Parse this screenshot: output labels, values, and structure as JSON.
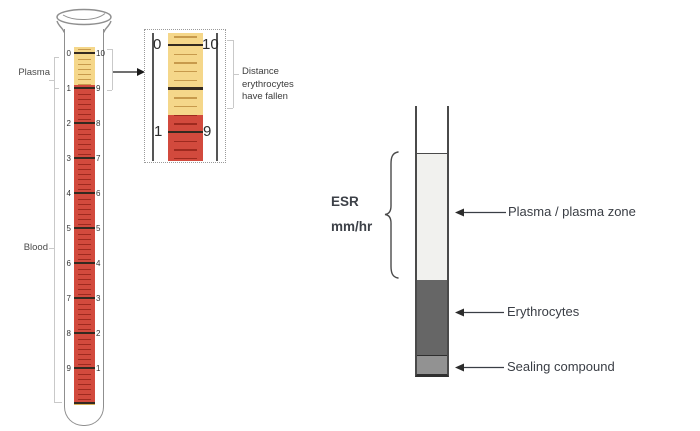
{
  "figure": {
    "left_tube": {
      "plasma_label": "Plasma",
      "blood_label": "Blood",
      "scale_left": [
        "0",
        "1",
        "2",
        "3",
        "4",
        "5",
        "6",
        "7",
        "8",
        "9"
      ],
      "scale_right": [
        "10",
        "9",
        "8",
        "7",
        "6",
        "5",
        "4",
        "3",
        "2",
        "1"
      ]
    },
    "inset": {
      "labels": {
        "top_left": "0",
        "top_right": "10",
        "bottom_left": "1",
        "bottom_right": "9"
      },
      "caption_lines": [
        "Distance",
        "erythrocytes",
        "have fallen"
      ]
    },
    "esr_tube": {
      "brace_label_lines": [
        "ESR",
        "mm/hr"
      ],
      "annotations": [
        "Plasma / plasma zone",
        "Erythrocytes",
        "Sealing compound"
      ]
    },
    "colors": {
      "plasma_fill": "#f5d78a",
      "plasma_tick": "#c79a4c",
      "blood_fill": "#d24a3d",
      "blood_tick": "#9e2a1f",
      "major_tick": "#342a20",
      "glass": "#8f8f8f",
      "bracket": "#c9c9c9",
      "plasma_zone_fill": "#f1f1ee",
      "erythrocyte_fill": "#666666",
      "sealing_fill": "#929292",
      "ink": "#3a3e45"
    }
  }
}
